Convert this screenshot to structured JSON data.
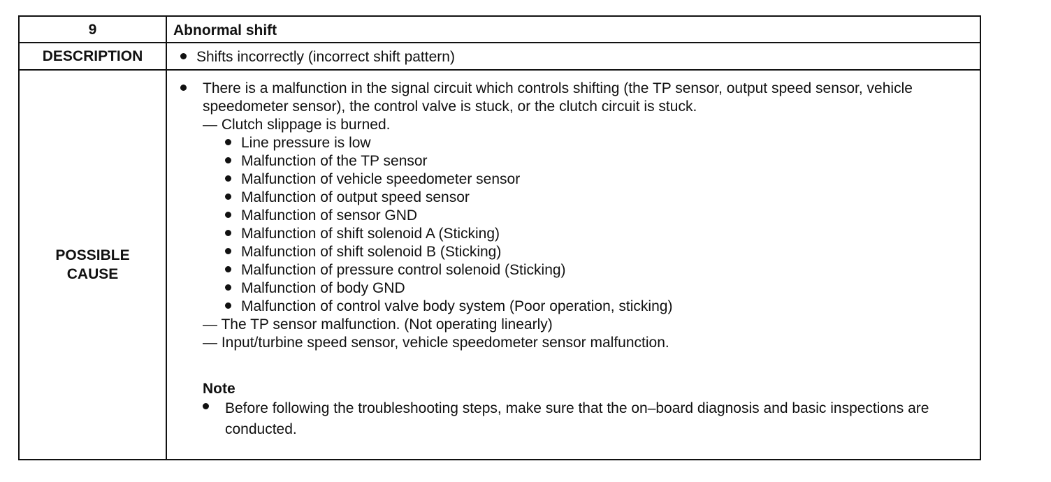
{
  "header": {
    "number": "9",
    "title": "Abnormal shift"
  },
  "description": {
    "label": "DESCRIPTION",
    "text": "Shifts incorrectly (incorrect shift pattern)"
  },
  "possible_cause": {
    "label_line1": "POSSIBLE",
    "label_line2": "CAUSE",
    "main_text": "There is a malfunction in the signal circuit which controls shifting (the TP sensor, output speed sensor, vehicle speedometer sensor), the control valve is stuck, or the clutch circuit is stuck.",
    "dash1": "— Clutch slippage is burned.",
    "items": [
      "Line pressure is low",
      "Malfunction of the TP sensor",
      "Malfunction of vehicle speedometer sensor",
      "Malfunction of output speed sensor",
      "Malfunction of sensor GND",
      "Malfunction of shift solenoid A (Sticking)",
      "Malfunction of shift solenoid B (Sticking)",
      "Malfunction of pressure control solenoid (Sticking)",
      "Malfunction of body GND",
      "Malfunction of control valve body system (Poor operation, sticking)"
    ],
    "dash2": "— The TP sensor malfunction. (Not operating linearly)",
    "dash3": "— Input/turbine speed sensor, vehicle speedometer sensor malfunction.",
    "note_title": "Note",
    "note_text": "Before following the troubleshooting steps, make sure that the on–board diagnosis and basic inspections are conducted."
  }
}
